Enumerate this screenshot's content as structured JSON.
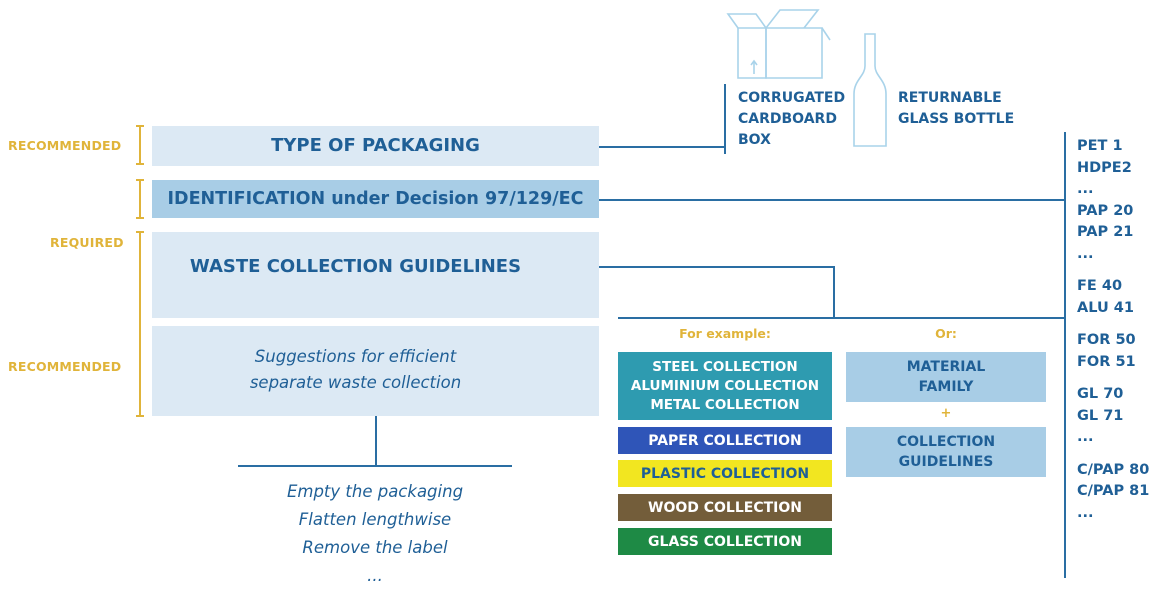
{
  "labels": {
    "recommended_top": "RECOMMENDED",
    "required": "REQUIRED",
    "recommended_bottom": "RECOMMENDED"
  },
  "boxes": {
    "type_of_packaging": "TYPE OF PACKAGING",
    "identification": "IDENTIFICATION under Decision 97/129/EC",
    "waste_collection": "WASTE COLLECTION GUIDELINES",
    "suggestions_line1": "Suggestions for efficient",
    "suggestions_line2": "separate waste collection"
  },
  "tips": [
    "Empty the packaging",
    "Flatten lengthwise",
    "Remove the label",
    "..."
  ],
  "packaging_examples": {
    "cardboard": [
      "CORRUGATED",
      "CARDBOARD",
      "BOX"
    ],
    "bottle": [
      "RETURNABLE",
      "GLASS BOTTLE"
    ]
  },
  "for_example_label": "For example:",
  "or_label": "Or:",
  "collections": [
    {
      "lines": [
        "STEEL COLLECTION",
        "ALUMINIUM COLLECTION",
        "METAL COLLECTION"
      ],
      "color": "#2e9bb0"
    },
    {
      "lines": [
        "PAPER COLLECTION"
      ],
      "color": "#2f55b8"
    },
    {
      "lines": [
        "PLASTIC COLLECTION"
      ],
      "color": "#f2e620"
    },
    {
      "lines": [
        "WOOD COLLECTION"
      ],
      "color": "#735d3a"
    },
    {
      "lines": [
        "GLASS COLLECTION"
      ],
      "color": "#1e8a45"
    }
  ],
  "material_family": [
    "MATERIAL",
    "FAMILY"
  ],
  "plus": "+",
  "collection_guidelines": [
    "COLLECTION",
    "GUIDELINES"
  ],
  "codes": [
    "PET 1",
    "HDPE2",
    "...",
    "PAP 20",
    "PAP 21",
    "...",
    "FE 40",
    "ALU 41",
    "FOR 50",
    "FOR 51",
    "GL 70",
    "GL 71",
    "...",
    "C/PAP 80",
    "C/PAP 81",
    "..."
  ],
  "colors": {
    "navy": "#1f5f96",
    "gold": "#e0b43a",
    "light_box": "#dce9f4",
    "mid_box": "#a8cde6"
  },
  "icons": [
    "cardboard-box-icon",
    "glass-bottle-icon"
  ]
}
